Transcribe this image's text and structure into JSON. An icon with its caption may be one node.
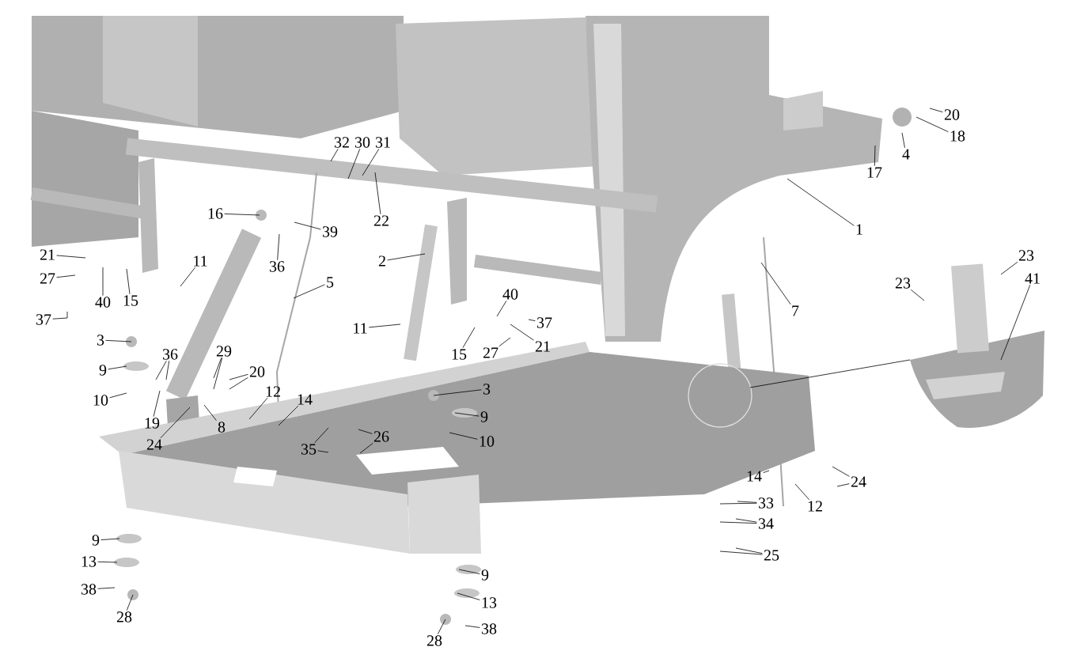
{
  "diagram": {
    "nodes": [
      {
        "text": [
          "20"
        ]
      },
      {
        "text": [
          "18"
        ]
      },
      {
        "text": [
          "4"
        ]
      },
      {
        "text": [
          "17"
        ]
      },
      {
        "text": [
          "32"
        ]
      },
      {
        "text": [
          "30"
        ]
      },
      {
        "text": [
          "31"
        ]
      },
      {
        "text": [
          "16"
        ]
      },
      {
        "text": [
          "39"
        ]
      },
      {
        "text": [
          "22"
        ]
      },
      {
        "text": [
          "1"
        ]
      },
      {
        "text": [
          "2"
        ]
      },
      {
        "text": [
          "21"
        ]
      },
      {
        "text": [
          "11"
        ]
      },
      {
        "text": [
          "36"
        ]
      },
      {
        "text": [
          "27"
        ]
      },
      {
        "text": [
          "5"
        ]
      },
      {
        "text": [
          "37"
        ]
      },
      {
        "text": [
          "40"
        ]
      },
      {
        "text": [
          "15"
        ]
      },
      {
        "text": [
          "7"
        ]
      },
      {
        "text": [
          "40"
        ]
      },
      {
        "text": [
          "37"
        ]
      },
      {
        "text": [
          "3"
        ]
      },
      {
        "text": [
          "11"
        ]
      },
      {
        "text": [
          "21"
        ]
      },
      {
        "text": [
          "27"
        ]
      },
      {
        "text": [
          "15"
        ]
      },
      {
        "text": [
          "36"
        ]
      },
      {
        "text": [
          "29"
        ]
      },
      {
        "text": [
          "9"
        ]
      },
      {
        "text": [
          "20"
        ]
      },
      {
        "text": [
          "3"
        ]
      },
      {
        "text": [
          "8"
        ]
      },
      {
        "text": [
          "12"
        ]
      },
      {
        "text": [
          "14"
        ]
      },
      {
        "text": [
          "10"
        ]
      },
      {
        "text": [
          "19"
        ]
      },
      {
        "text": [
          "9"
        ]
      },
      {
        "text": [
          "24"
        ]
      },
      {
        "text": [
          "35"
        ]
      },
      {
        "text": [
          "26"
        ]
      },
      {
        "text": [
          "10"
        ]
      },
      {
        "text": [
          "23"
        ]
      },
      {
        "text": [
          "23"
        ]
      },
      {
        "text": [
          "41"
        ]
      },
      {
        "text": [
          "14"
        ]
      },
      {
        "text": [
          "24"
        ]
      },
      {
        "text": [
          "12"
        ]
      },
      {
        "text": [
          "33"
        ]
      },
      {
        "text": [
          "34"
        ]
      },
      {
        "text": [
          "25"
        ]
      },
      {
        "text": [
          "9"
        ]
      },
      {
        "text": [
          "13"
        ]
      },
      {
        "text": [
          "38"
        ]
      },
      {
        "text": [
          "28"
        ]
      },
      {
        "text": [
          "9"
        ]
      },
      {
        "text": [
          "13"
        ]
      },
      {
        "text": [
          "38"
        ]
      },
      {
        "text": [
          "28"
        ]
      }
    ],
    "edges": [
      {
        "from": 0,
        "to": null,
        "arrow": "none"
      },
      {
        "from": 1,
        "to": null,
        "arrow": "none"
      },
      {
        "from": 2,
        "to": null,
        "arrow": "none"
      },
      {
        "from": 3,
        "to": null,
        "arrow": "none"
      },
      {
        "from": 4,
        "to": null,
        "arrow": "none"
      },
      {
        "from": 5,
        "to": null,
        "arrow": "none"
      },
      {
        "from": 6,
        "to": null,
        "arrow": "none"
      },
      {
        "from": 7,
        "to": null,
        "arrow": "none"
      },
      {
        "from": 8,
        "to": null,
        "arrow": "none"
      },
      {
        "from": 9,
        "to": null,
        "arrow": "none"
      },
      {
        "from": 10,
        "to": null,
        "arrow": "none"
      },
      {
        "from": 11,
        "to": null,
        "arrow": "none"
      },
      {
        "from": 12,
        "to": null,
        "arrow": "none"
      },
      {
        "from": 13,
        "to": null,
        "arrow": "none"
      },
      {
        "from": 14,
        "to": null,
        "arrow": "none"
      },
      {
        "from": 15,
        "to": null,
        "arrow": "none"
      },
      {
        "from": 16,
        "to": null,
        "arrow": "none"
      },
      {
        "from": 17,
        "to": null,
        "arrow": "none"
      },
      {
        "from": 18,
        "to": null,
        "arrow": "none"
      },
      {
        "from": 19,
        "to": null,
        "arrow": "none"
      },
      {
        "from": 20,
        "to": null,
        "arrow": "none"
      },
      {
        "from": 21,
        "to": null,
        "arrow": "none"
      },
      {
        "from": 22,
        "to": null,
        "arrow": "none"
      },
      {
        "from": 23,
        "to": null,
        "arrow": "none"
      },
      {
        "from": 24,
        "to": null,
        "arrow": "none"
      },
      {
        "from": 25,
        "to": null,
        "arrow": "none"
      },
      {
        "from": 26,
        "to": null,
        "arrow": "none"
      },
      {
        "from": 27,
        "to": null,
        "arrow": "none"
      },
      {
        "from": 28,
        "to": null,
        "arrow": "none"
      },
      {
        "from": 28,
        "to": null,
        "arrow": "none"
      },
      {
        "from": 29,
        "to": null,
        "arrow": "none"
      },
      {
        "from": 29,
        "to": null,
        "arrow": "none"
      },
      {
        "from": 30,
        "to": null,
        "arrow": "none"
      },
      {
        "from": 31,
        "to": null,
        "arrow": "none"
      },
      {
        "from": 31,
        "to": null,
        "arrow": "none"
      },
      {
        "from": 32,
        "to": null,
        "arrow": "none"
      },
      {
        "from": 33,
        "to": null,
        "arrow": "none"
      },
      {
        "from": 34,
        "to": null,
        "arrow": "none"
      },
      {
        "from": 35,
        "to": null,
        "arrow": "none"
      },
      {
        "from": 36,
        "to": null,
        "arrow": "none"
      },
      {
        "from": 37,
        "to": null,
        "arrow": "none"
      },
      {
        "from": 38,
        "to": null,
        "arrow": "none"
      },
      {
        "from": 39,
        "to": null,
        "arrow": "none"
      },
      {
        "from": 40,
        "to": null,
        "arrow": "none"
      },
      {
        "from": 40,
        "to": null,
        "arrow": "none"
      },
      {
        "from": 41,
        "to": null,
        "arrow": "none"
      },
      {
        "from": 41,
        "to": null,
        "arrow": "none"
      },
      {
        "from": 42,
        "to": null,
        "arrow": "none"
      },
      {
        "from": 43,
        "to": null,
        "arrow": "none"
      },
      {
        "from": 44,
        "to": null,
        "arrow": "none"
      },
      {
        "from": 45,
        "to": null,
        "arrow": "none"
      },
      {
        "from": 46,
        "to": null,
        "arrow": "none"
      },
      {
        "from": 47,
        "to": null,
        "arrow": "none"
      },
      {
        "from": 47,
        "to": null,
        "arrow": "none"
      },
      {
        "from": 48,
        "to": null,
        "arrow": "none"
      },
      {
        "from": 49,
        "to": null,
        "arrow": "none"
      },
      {
        "from": 49,
        "to": null,
        "arrow": "none"
      },
      {
        "from": 50,
        "to": null,
        "arrow": "none"
      },
      {
        "from": 50,
        "to": null,
        "arrow": "none"
      },
      {
        "from": 51,
        "to": null,
        "arrow": "none"
      },
      {
        "from": 51,
        "to": null,
        "arrow": "none"
      },
      {
        "from": 52,
        "to": null,
        "arrow": "none"
      },
      {
        "from": 53,
        "to": null,
        "arrow": "none"
      },
      {
        "from": 54,
        "to": null,
        "arrow": "none"
      },
      {
        "from": 55,
        "to": null,
        "arrow": "none"
      },
      {
        "from": 56,
        "to": null,
        "arrow": "none"
      },
      {
        "from": 57,
        "to": null,
        "arrow": "none"
      },
      {
        "from": 58,
        "to": null,
        "arrow": "none"
      },
      {
        "from": 59,
        "to": null,
        "arrow": "none"
      }
    ]
  }
}
